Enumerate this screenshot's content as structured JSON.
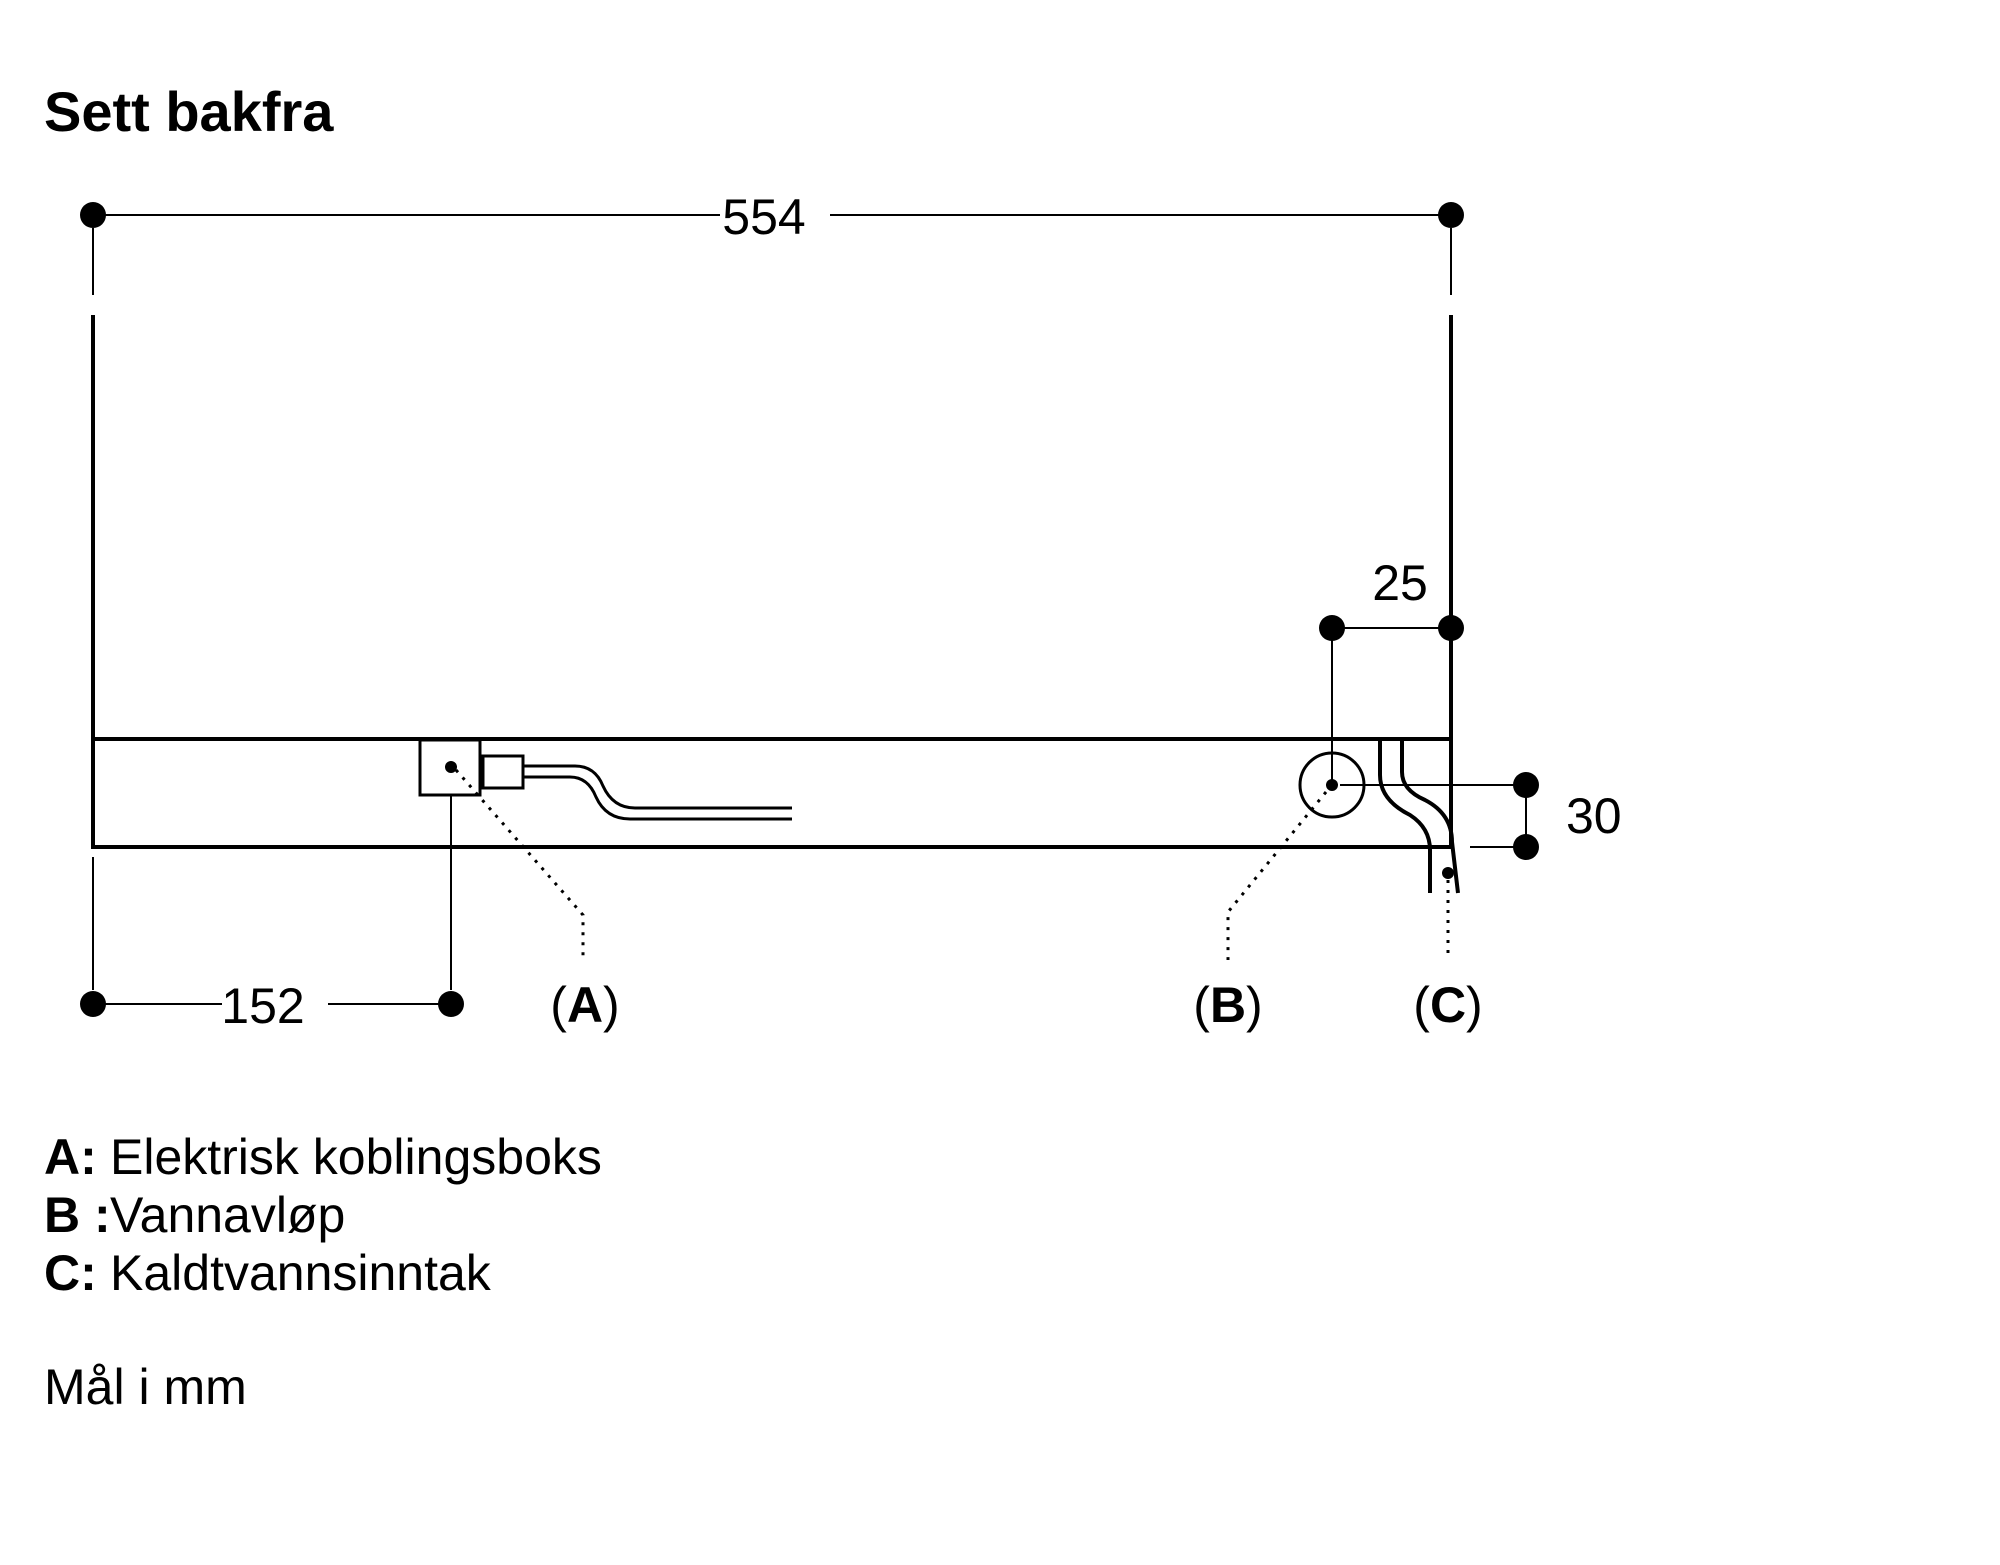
{
  "title": "Sett bakfra",
  "dimensions": {
    "width": "554",
    "offset_a": "152",
    "offset_b": "25",
    "height_b": "30"
  },
  "callouts": {
    "a": {
      "open": "(",
      "letter": "A",
      "close": ")"
    },
    "b": {
      "open": "(",
      "letter": "B",
      "close": ")"
    },
    "c": {
      "open": "(",
      "letter": "C",
      "close": ")"
    }
  },
  "legend": [
    {
      "key": "A:",
      "text": "Elektrisk koblingsboks"
    },
    {
      "key": "B :",
      "text": "Vannavløp"
    },
    {
      "key": "C:",
      "text": "Kaldtvannsinntak"
    }
  ],
  "units_note": "Mål i mm"
}
